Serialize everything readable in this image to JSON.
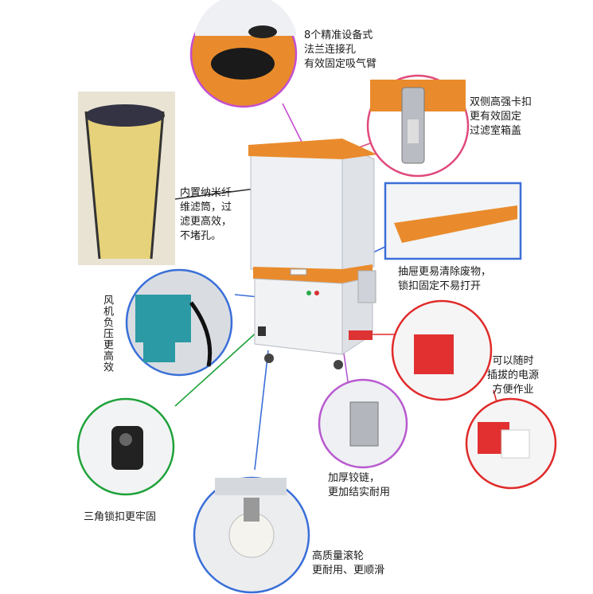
{
  "callouts": {
    "flange": {
      "text": "8个精准设备式\n法兰连接孔\n有效固定吸气臂",
      "color": "#c44ecf"
    },
    "clasp": {
      "text": "双侧高强卡扣\n更有效固定\n过滤室箱盖",
      "color": "#e04a7a"
    },
    "filter": {
      "text": "内置纳米纤\n维滤筒，过\n滤更高效，\n不堵孔。",
      "color": "#222222"
    },
    "drawer": {
      "text": "抽屉更易清除废物，\n锁扣固定不易打开",
      "color": "#3a6fd8"
    },
    "fan": {
      "text": "风机负压更高效",
      "color": "#3a6fd8"
    },
    "socket": {
      "text": "可以随时\n插拔的电源\n方便作业",
      "color": "#e02a2a"
    },
    "lock": {
      "text": "三角锁扣更牢固",
      "color": "#1fa23a"
    },
    "hinge": {
      "text": "加厚铰链，\n更加结实耐用",
      "color": "#b85ad0"
    },
    "wheel": {
      "text": "高质量滚轮\n更耐用、更顺滑",
      "color": "#3a6fd8"
    }
  },
  "colors": {
    "cabinet": "#f2f3f5",
    "accent_orange": "#e98b2c",
    "outline": "#b7bcc4"
  }
}
